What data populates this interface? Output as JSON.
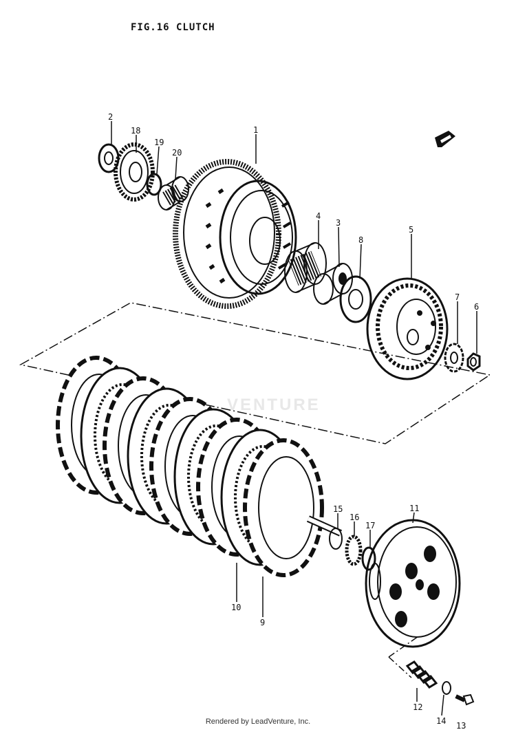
{
  "figure": {
    "title": "FIG.16  CLUTCH"
  },
  "watermark": {
    "text": "VENTURE"
  },
  "callouts": [
    "1",
    "2",
    "3",
    "4",
    "5",
    "6",
    "7",
    "8",
    "9",
    "10",
    "11",
    "12",
    "13",
    "14",
    "15",
    "16",
    "17",
    "18",
    "19",
    "20"
  ],
  "footer": {
    "credit": "Rendered by LeadVenture, Inc."
  }
}
